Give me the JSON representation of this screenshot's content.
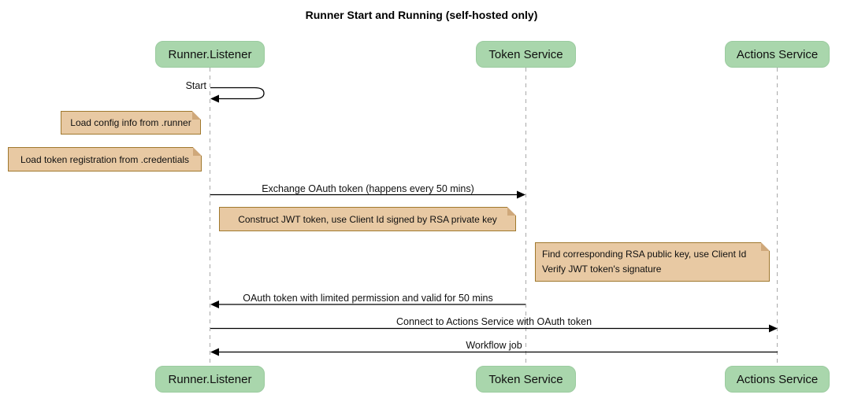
{
  "diagram": {
    "title": "Runner Start and Running (self-hosted only)",
    "participants": [
      {
        "label": "Runner.Listener"
      },
      {
        "label": "Token Service"
      },
      {
        "label": "Actions Service"
      }
    ],
    "messages": {
      "start": "Start",
      "exchange": "Exchange OAuth token (happens every 50 mins)",
      "oauth_return": "OAuth token with limited permission and valid for 50 mins",
      "connect": "Connect to Actions Service with OAuth token",
      "workflow": "Workflow job"
    },
    "notes": {
      "config": "Load config info from .runner",
      "credentials": "Load token registration from .credentials",
      "jwt": "Construct JWT token, use Client Id signed by RSA private key",
      "verify": "Find corresponding RSA public key, use Client Id\nVerify JWT token's signature"
    },
    "colors": {
      "participant_fill": "#a9d6ac",
      "participant_border": "#9bcb9f",
      "note_fill": "#e8c9a3",
      "note_border": "#a0782d",
      "lifeline": "#a9a9a9",
      "arrow": "#000000"
    }
  }
}
